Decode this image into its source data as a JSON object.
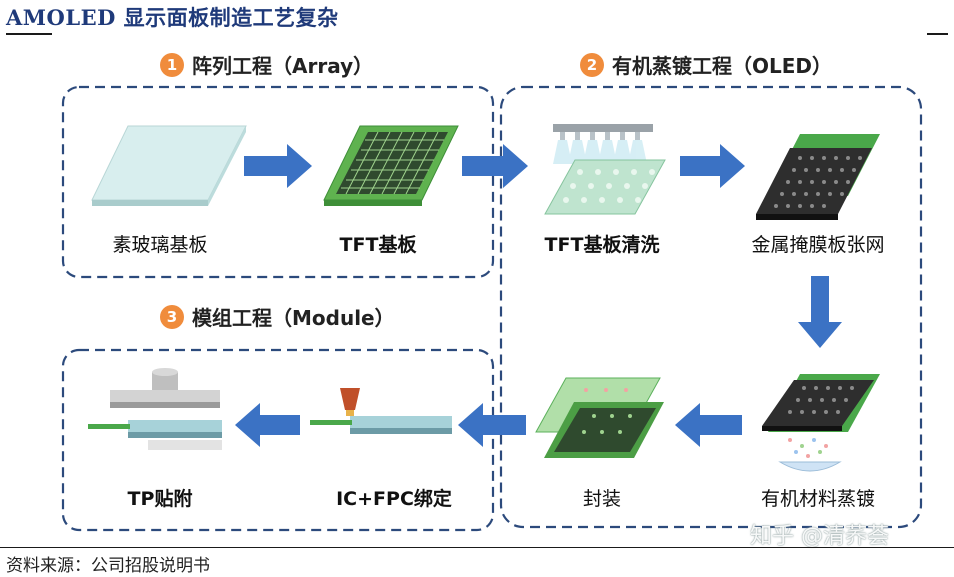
{
  "title": "AMOLED 显示面板制造工艺复杂",
  "stages": [
    {
      "num": "1",
      "title": "阵列工程（Array）"
    },
    {
      "num": "2",
      "title": "有机蒸镀工程（OLED）"
    },
    {
      "num": "3",
      "title": "模组工程（Module）"
    }
  ],
  "steps": {
    "raw_glass": "素玻璃基板",
    "tft_substrate": "TFT基板",
    "tft_cleaning": "TFT基板清洗",
    "metal_mask": "金属掩膜板张网",
    "organic_evaporation": "有机材料蒸镀",
    "encapsulation": "封装",
    "ic_fpc_bonding": "IC+FPC绑定",
    "tp_lamination": "TP贴附"
  },
  "source": "资料来源：公司招股说明书",
  "watermark": "知乎 @清荞荟",
  "colors": {
    "title": "#1f3a7a",
    "arrow": "#3b72c4",
    "badge": "#f08c3c",
    "dash": "#2c4a7c",
    "green": "#4aa84a"
  }
}
